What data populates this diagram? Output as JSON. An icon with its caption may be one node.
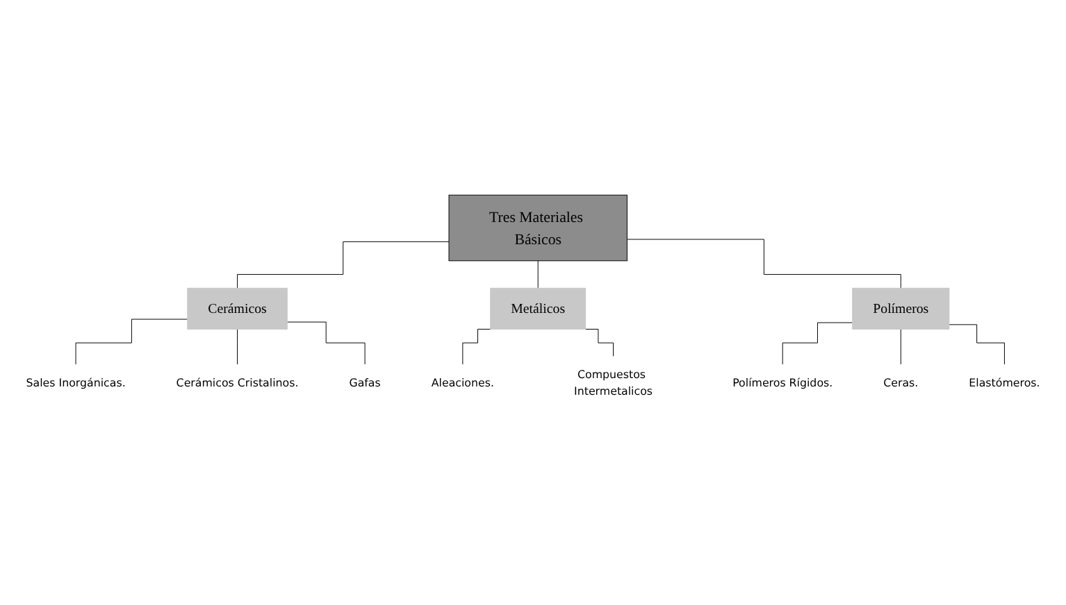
{
  "diagram": {
    "nodes": [
      {
        "text": [
          "Tres Materiales Básicos"
        ]
      },
      {
        "text": [
          "Cerámicos"
        ]
      },
      {
        "text": [
          "Metálicos"
        ]
      },
      {
        "text": [
          "Polímeros"
        ]
      },
      {
        "text": [
          "Sales Inorgánicas."
        ]
      },
      {
        "text": [
          "Cerámicos Cristalinos."
        ]
      },
      {
        "text": [
          "Gafas"
        ]
      },
      {
        "text": [
          "Aleaciones."
        ]
      },
      {
        "text": [
          "Compuestos Intermetalicos"
        ]
      },
      {
        "text": [
          "Polímeros Rígidos."
        ]
      },
      {
        "text": [
          "Ceras."
        ]
      },
      {
        "text": [
          "Elastómeros."
        ]
      }
    ],
    "edges": [
      {
        "from": 0,
        "to": 1,
        "arrow": "none"
      },
      {
        "from": 0,
        "to": 2,
        "arrow": "none"
      },
      {
        "from": 0,
        "to": 3,
        "arrow": "none"
      },
      {
        "from": 1,
        "to": 4,
        "arrow": "none"
      },
      {
        "from": 1,
        "to": 5,
        "arrow": "none"
      },
      {
        "from": 1,
        "to": 6,
        "arrow": "none"
      },
      {
        "from": 2,
        "to": 7,
        "arrow": "none"
      },
      {
        "from": 2,
        "to": 8,
        "arrow": "none"
      },
      {
        "from": 3,
        "to": 9,
        "arrow": "none"
      },
      {
        "from": 3,
        "to": 10,
        "arrow": "none"
      },
      {
        "from": 3,
        "to": 11,
        "arrow": "none"
      }
    ]
  }
}
